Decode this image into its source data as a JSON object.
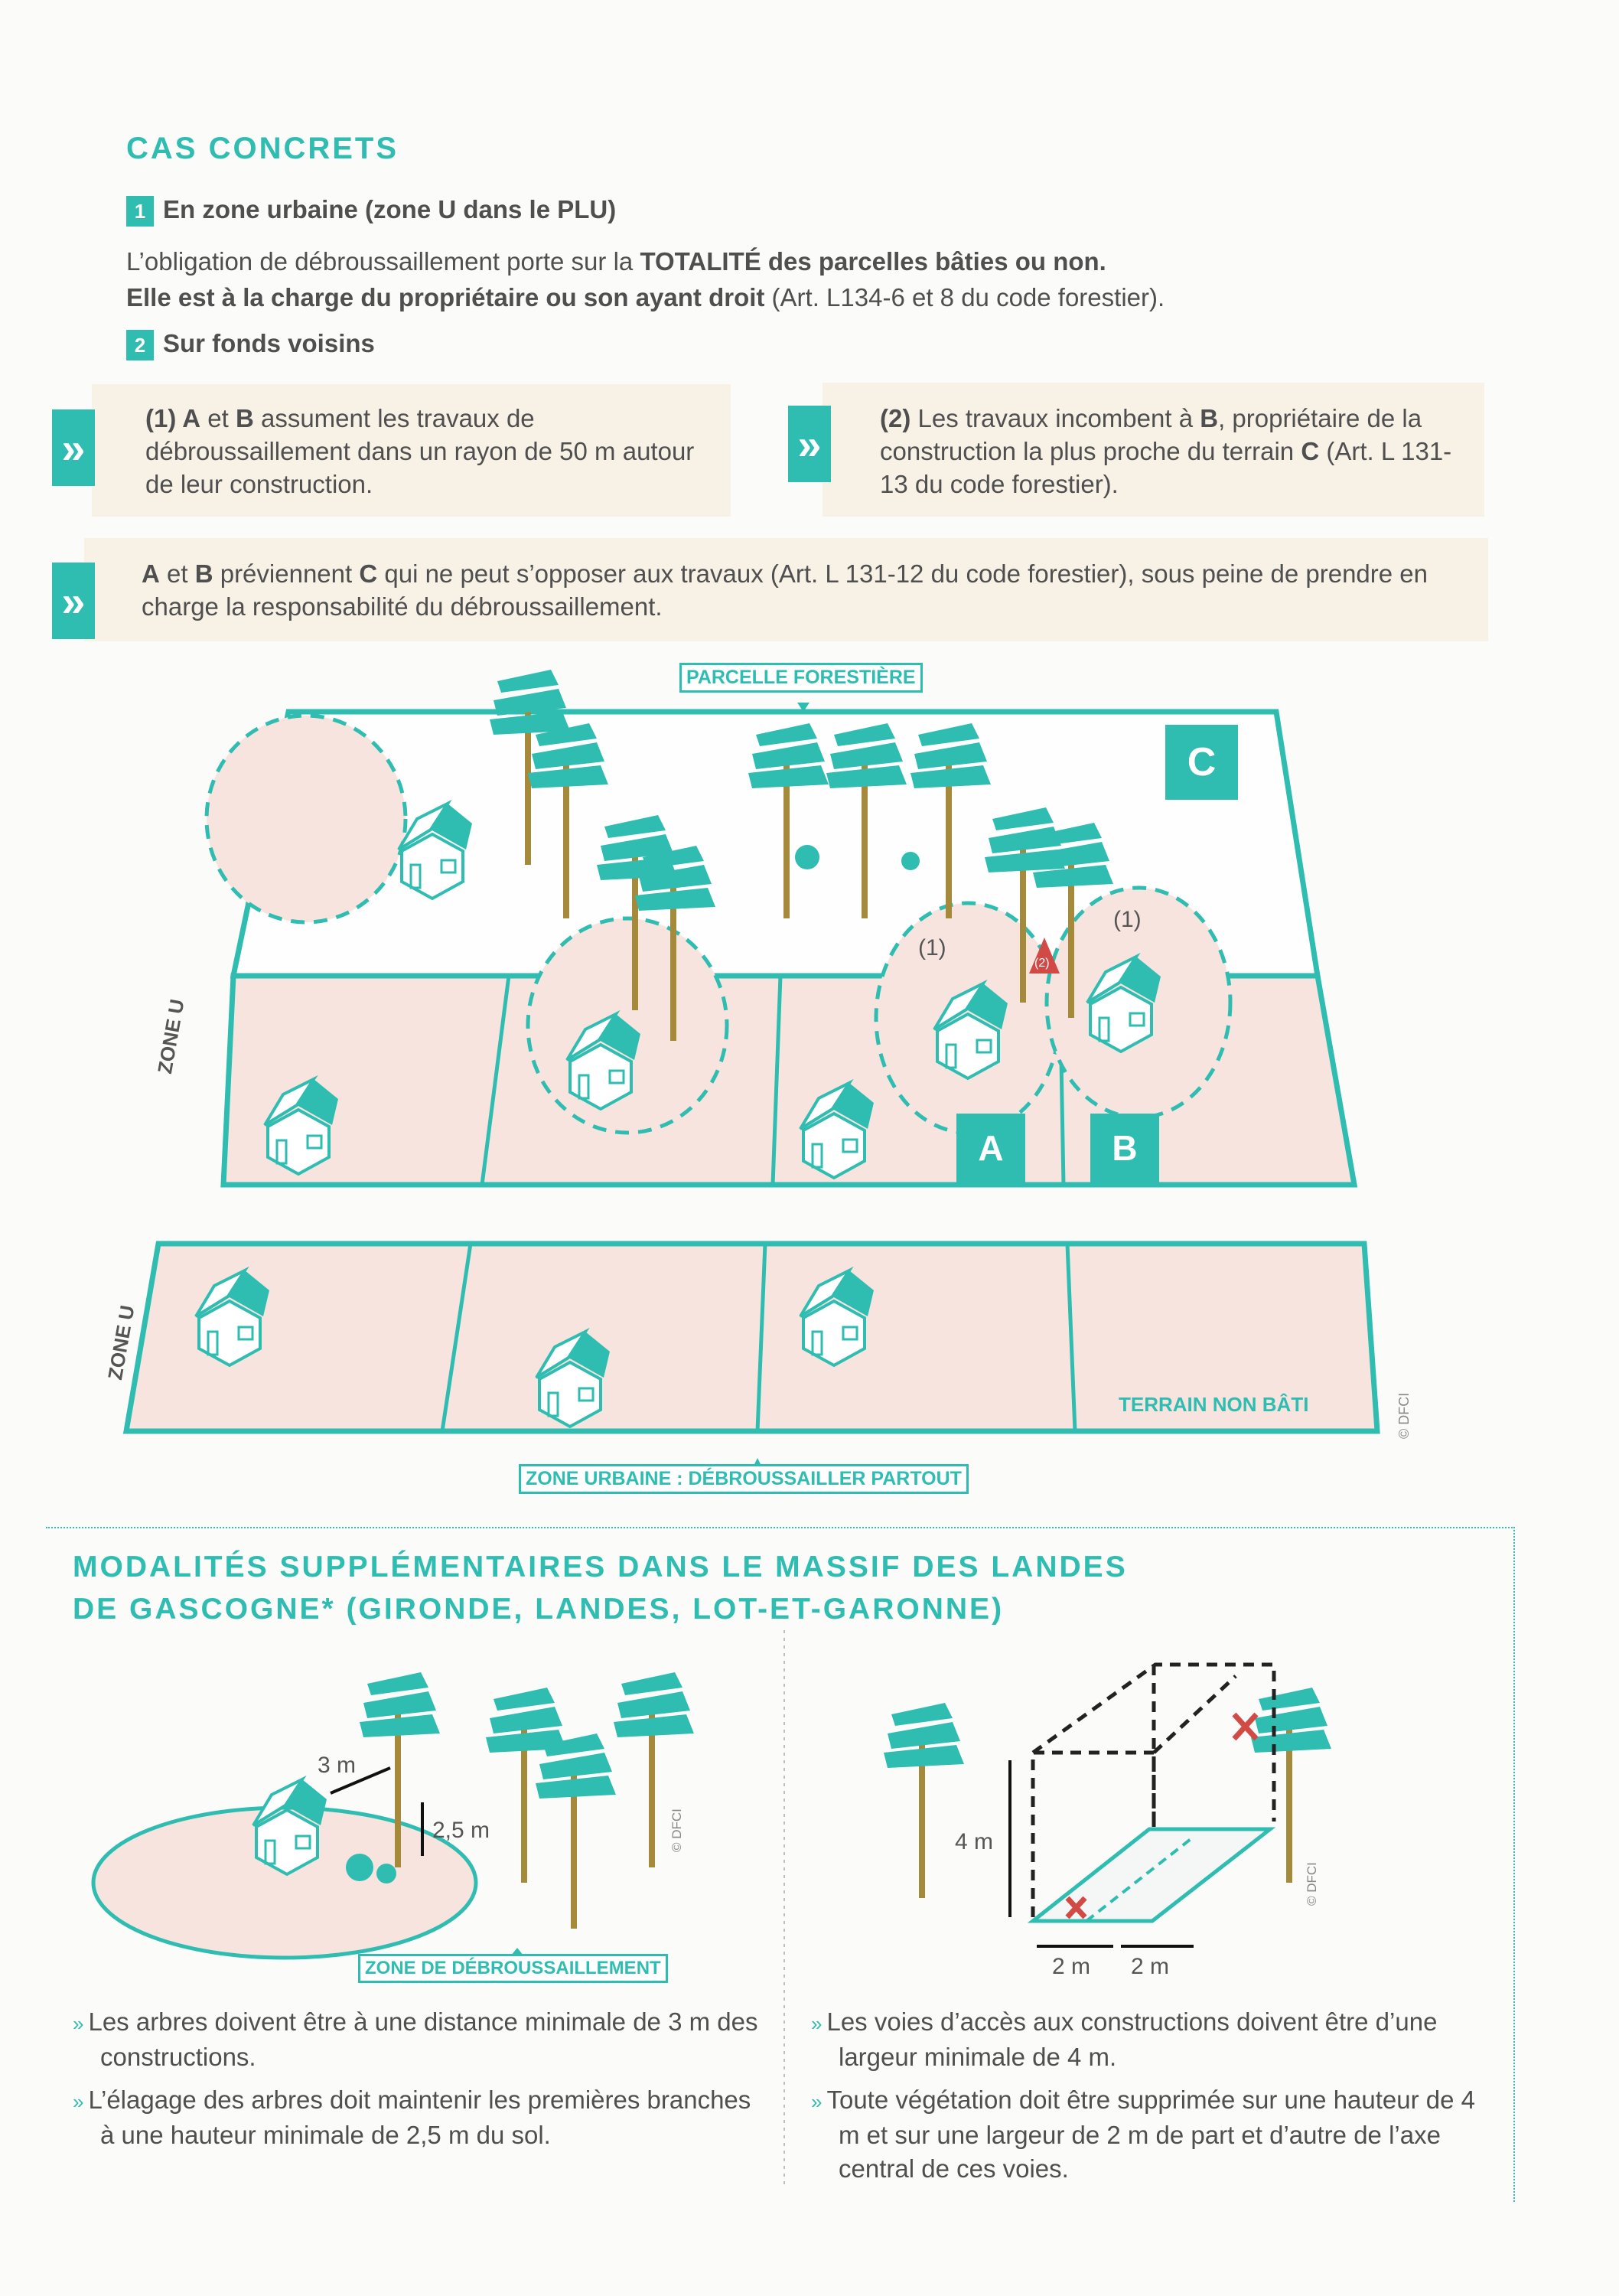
{
  "header": {
    "title": "CAS CONCRETS",
    "section1": {
      "number": "1",
      "label": "En zone urbaine (zone U dans le PLU)"
    },
    "paragraph": {
      "line1_normal": "L’obligation de débroussaillement porte sur la ",
      "line1_bold": "TOTALITÉ des parcelles bâties ou non.",
      "line2_bold": "Elle est à la charge du propriétaire ou son ayant droit",
      "line2_normal": " (Art. L134-6 et 8 du code forestier)."
    },
    "section2": {
      "number": "2",
      "label": "Sur fonds voisins"
    }
  },
  "callouts": [
    {
      "icon": "double-chevron-right",
      "parts": [
        {
          "b": "(1) A"
        },
        {
          "t": " et "
        },
        {
          "b": "B"
        },
        {
          "t": " assument les travaux de débroussaillement dans un rayon de 50 m autour de leur construction."
        }
      ]
    },
    {
      "icon": "double-chevron-right",
      "parts": [
        {
          "b": "(2)"
        },
        {
          "t": " Les travaux incombent à "
        },
        {
          "b": "B"
        },
        {
          "t": ", propriétaire de la construction la plus proche du terrain "
        },
        {
          "b": "C"
        },
        {
          "t": " (Art. L 131-13 du code forestier)."
        }
      ]
    },
    {
      "icon": "double-chevron-right",
      "parts": [
        {
          "b": "A"
        },
        {
          "t": " et "
        },
        {
          "b": "B"
        },
        {
          "t": " préviennent "
        },
        {
          "b": "C"
        },
        {
          "t": " qui ne peut s’opposer aux travaux (Art. L 131-12 du code forestier), sous peine de prendre en charge la responsabilité du débroussaillement."
        }
      ]
    }
  ],
  "diagram1": {
    "forest_tag": "PARCELLE FORESTIÈRE",
    "label_c": "C",
    "label_a": "A",
    "label_b": "B",
    "marker_1": "(1)",
    "marker_2": "(2)",
    "zone_u": "ZONE U",
    "terrain_non_bati": "TERRAIN NON BÂTI",
    "urban_tag": "ZONE URBAINE : DÉBROUSSAILLER PARTOUT",
    "credit": "© DFCI"
  },
  "landes": {
    "title_line1": "MODALITÉS SUPPLÉMENTAIRES DANS LE MASSIF DES LANDES",
    "title_line2": "DE GASCOGNE* (GIRONDE, LANDES, LOT-ET-GARONNE)",
    "left": {
      "dist_label": "3 m",
      "height_label": "2,5 m",
      "zone_tag": "ZONE DE DÉBROUSSAILLEMENT",
      "credit": "© DFCI",
      "bullets": [
        "Les arbres doivent être à une distance minimale de 3 m des constructions.",
        "L’élagage des arbres doit maintenir les premières branches à une hauteur minimale de 2,5 m du sol."
      ]
    },
    "right": {
      "height_label": "4 m",
      "width_label_1": "2 m",
      "width_label_2": "2 m",
      "credit": "© DFCI",
      "bullets": [
        "Les voies d’accès aux constructions doivent être d’une largeur minimale de 4 m.",
        "Toute végétation doit être supprimée sur une hauteur de 4 m et sur une largeur de 2 m de part et d’autre de l’axe central de ces voies."
      ]
    },
    "bullet_glyph": "»"
  },
  "colors": {
    "teal": "#2fbdb1",
    "pink": "#f8e4df",
    "cream": "#f8f1e6",
    "trunk": "#a48a3a",
    "red": "#d24a46",
    "text": "#4f4f4f"
  }
}
